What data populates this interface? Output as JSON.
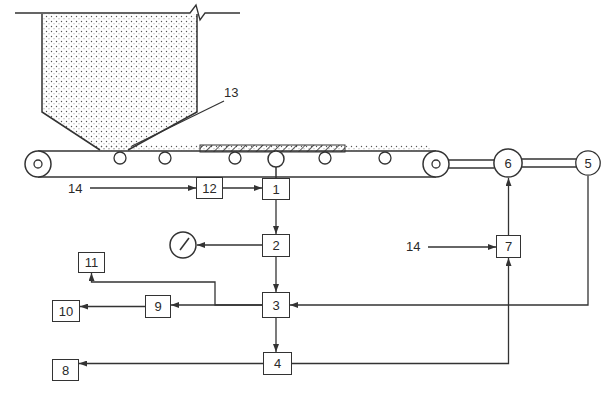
{
  "diagram": {
    "nodes": [
      {
        "text": [
          "6"
        ]
      },
      {
        "text": [
          "5"
        ]
      },
      {
        "text": [
          "12"
        ]
      },
      {
        "text": [
          "1"
        ]
      },
      {
        "text": [
          "2"
        ]
      },
      {
        "text": [
          "7"
        ]
      },
      {
        "text": [
          "11"
        ]
      },
      {
        "text": [
          "9"
        ]
      },
      {
        "text": [
          "3"
        ]
      },
      {
        "text": [
          "10"
        ]
      },
      {
        "text": [
          "8"
        ]
      },
      {
        "text": [
          "4"
        ]
      }
    ],
    "edges": [
      {
        "from": 2,
        "to": 3,
        "arrow": "to"
      },
      {
        "from": 3,
        "to": 4,
        "arrow": "to"
      },
      {
        "from": 4,
        "to": 8,
        "arrow": "to"
      },
      {
        "from": 8,
        "to": 11,
        "arrow": "to"
      },
      {
        "from": 8,
        "to": 7,
        "arrow": "to"
      },
      {
        "from": 7,
        "to": 9,
        "arrow": "to"
      },
      {
        "from": 8,
        "to": 6,
        "arrow": "to"
      },
      {
        "from": 11,
        "to": 10,
        "arrow": "to"
      },
      {
        "from": 11,
        "to": 5,
        "arrow": "to"
      },
      {
        "from": 5,
        "to": 0,
        "arrow": "to"
      },
      {
        "from": 1,
        "to": 8,
        "arrow": "to"
      },
      {
        "from": 0,
        "to": 1,
        "arrow": "none"
      }
    ],
    "labels": [
      "13",
      "14",
      "14"
    ]
  }
}
